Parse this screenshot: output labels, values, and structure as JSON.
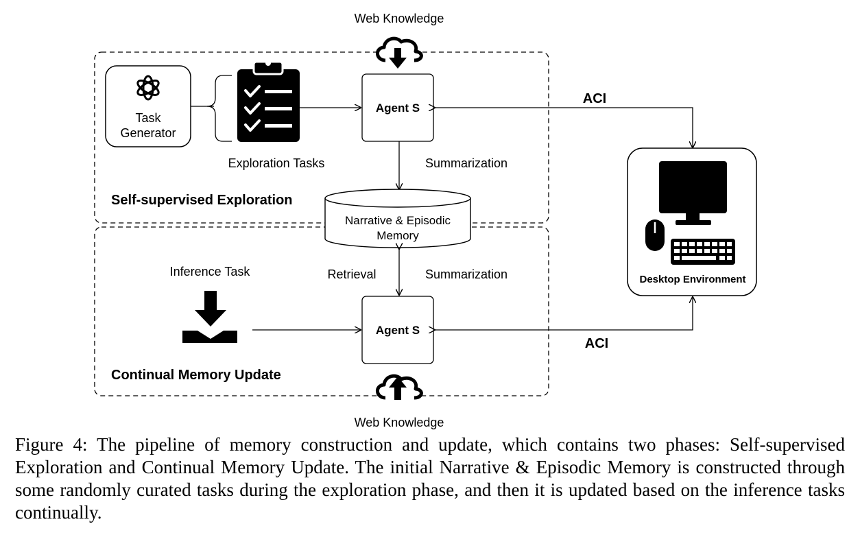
{
  "web_knowledge_top": "Web Knowledge",
  "web_knowledge_bottom": "Web Knowledge",
  "task_generator": [
    "Task",
    "Generator"
  ],
  "exploration_tasks": "Exploration Tasks",
  "agent_top": "Agent S",
  "agent_bottom": "Agent S",
  "summarization_top": "Summarization",
  "summarization_bottom": "Summarization",
  "retrieval": "Retrieval",
  "memory": [
    "Narrative & Episodic",
    "Memory"
  ],
  "phase_top": "Self-supervised Exploration",
  "phase_bottom": "Continual Memory Update",
  "inference_task": "Inference Task",
  "aci_top": "ACI",
  "aci_bottom": "ACI",
  "desktop_environment": "Desktop Environment",
  "caption": "Figure 4: The pipeline of memory construction and update, which contains two phases: Self-supervised Exploration and Continual Memory Update. The initial Narrative & Episodic Memory is constructed through some randomly curated tasks during the exploration phase, and then it is updated based on the inference tasks continually."
}
